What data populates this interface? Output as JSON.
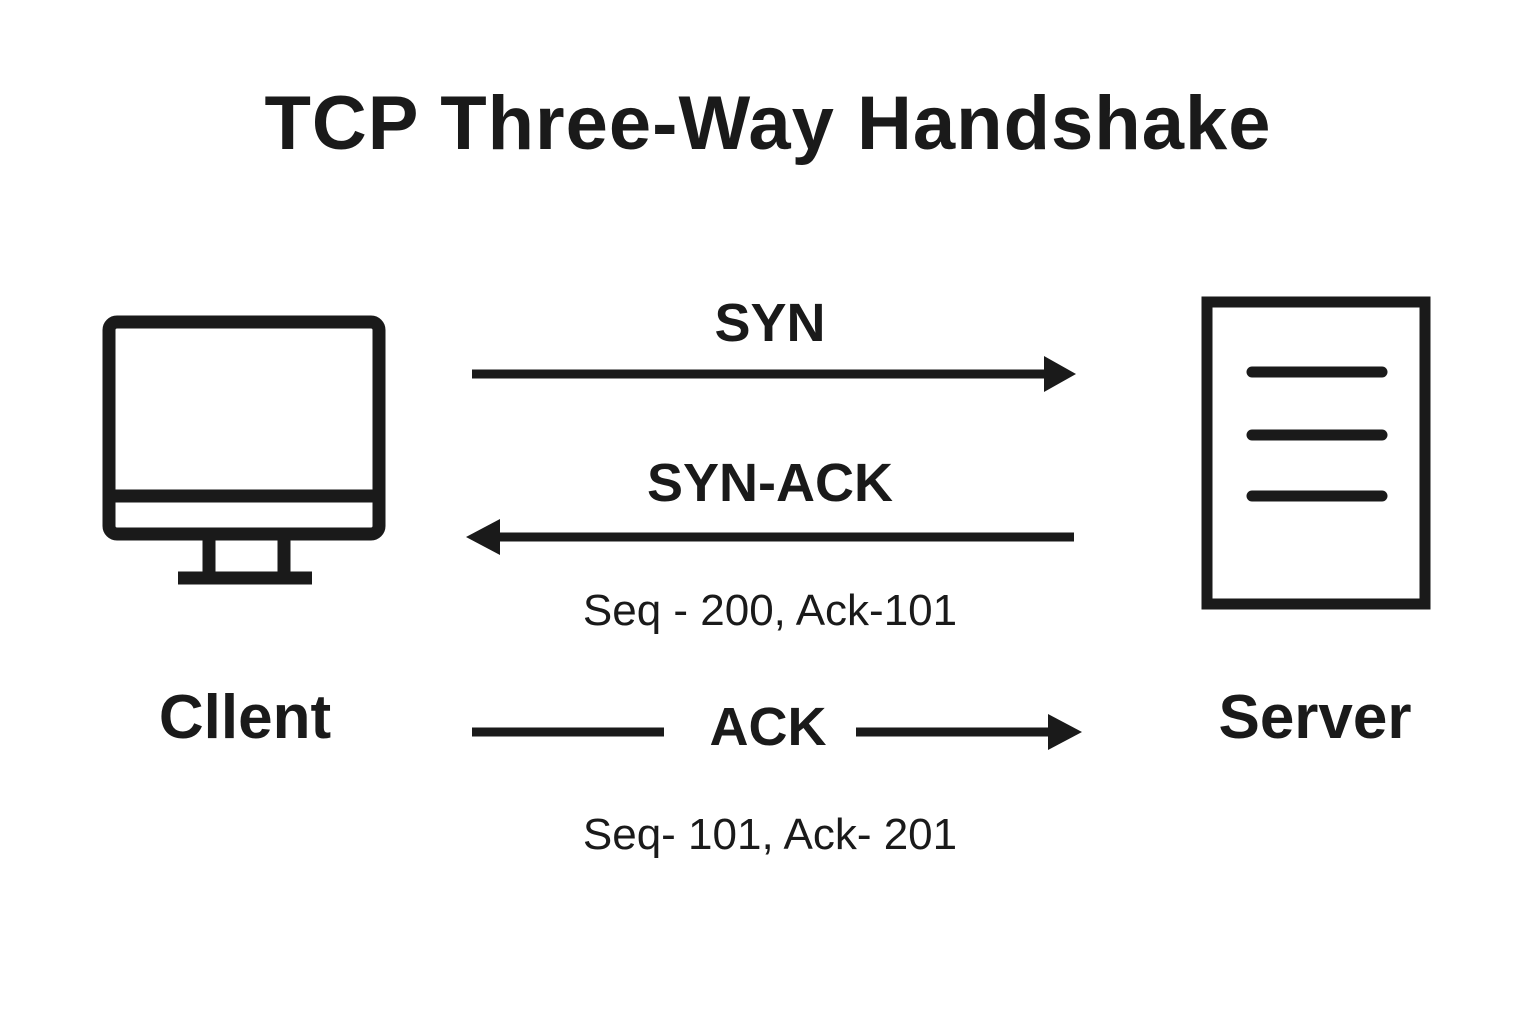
{
  "title": "TCP Three-Way Handshake",
  "nodes": {
    "client": {
      "label": "Cllent",
      "icon": "monitor-icon"
    },
    "server": {
      "label": "Server",
      "icon": "server-document-icon"
    }
  },
  "messages": [
    {
      "label": "SYN",
      "direction": "client-to-server",
      "detail": ""
    },
    {
      "label": "SYN-ACK",
      "direction": "server-to-client",
      "detail": "Seq - 200, Ack-101"
    },
    {
      "label": "ACK",
      "direction": "client-to-server",
      "detail": "Seq- 101, Ack- 201"
    }
  ],
  "colors": {
    "stroke": "#1a1a1a",
    "background": "#ffffff"
  }
}
